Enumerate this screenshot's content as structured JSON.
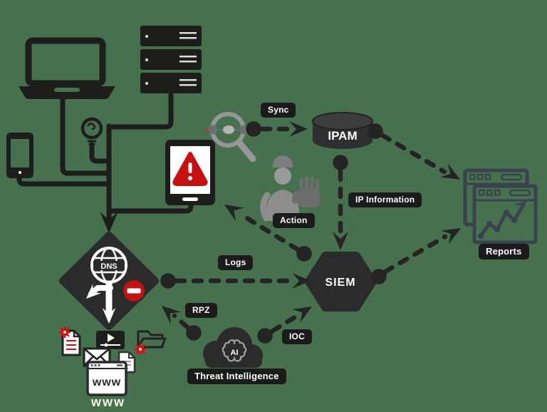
{
  "diagram_type": "DNS security architecture diagram",
  "colors": {
    "background": "#47704F",
    "ink": "#1D1D1B",
    "dark_panel": "#2B2B2B",
    "label_bg": "#1B1B1B",
    "gray_icon": "#8E8E8E",
    "alert_red": "#C41111",
    "reports_slate": "#3A424D",
    "white": "#FFFFFF"
  },
  "nodes": {
    "dns": "DNS",
    "ipam": "IPAM",
    "siem": "SIEM",
    "ai": "AI",
    "www": "www",
    "www_reflection": "www"
  },
  "labels": {
    "sync": "Sync",
    "ip_information": "IP Information",
    "action": "Action",
    "logs": "Logs",
    "rpz": "RPZ",
    "ioc": "IOC",
    "threat_intelligence": "Threat Intelligence",
    "reports": "Reports"
  },
  "edges": [
    {
      "from": "discovery-magnifier",
      "to": "ipam",
      "label": "Sync",
      "style": "dashed-arrow"
    },
    {
      "from": "ipam",
      "to": "siem",
      "label": "IP Information",
      "style": "dashed-arrow"
    },
    {
      "from": "ipam",
      "to": "reports",
      "label": "",
      "style": "dashed-arrow"
    },
    {
      "from": "dns-firewall",
      "to": "siem",
      "label": "Logs",
      "style": "dashed-arrow"
    },
    {
      "from": "siem",
      "to": "alert-tablet",
      "label": "Action",
      "style": "dashed-arrow"
    },
    {
      "from": "siem",
      "to": "reports",
      "label": "",
      "style": "dashed-arrow"
    },
    {
      "from": "threat-intelligence",
      "to": "dns-firewall",
      "label": "RPZ",
      "style": "dashed-arrow"
    },
    {
      "from": "threat-intelligence",
      "to": "siem",
      "label": "IOC",
      "style": "dashed-arrow"
    },
    {
      "from": "client-devices",
      "to": "dns-firewall",
      "label": "",
      "style": "solid-wire-arrow"
    }
  ],
  "icons": [
    "laptop-icon",
    "server-stack-icon",
    "smartphone-icon",
    "iot-bulb-icon",
    "alert-tablet-icon",
    "warning-triangle-icon",
    "dns-globe-icon",
    "block-sign-icon",
    "discovery-magnifier-icon",
    "database-cylinder-icon",
    "action-person-icon",
    "stop-hand-icon",
    "cloud-icon",
    "ai-brain-icon",
    "report-windows-icon",
    "trend-chart-icon",
    "malware-file-icon",
    "video-player-icon",
    "malware-folder-icon",
    "email-icon",
    "document-icon",
    "www-browser-icon",
    "virus-icon"
  ]
}
